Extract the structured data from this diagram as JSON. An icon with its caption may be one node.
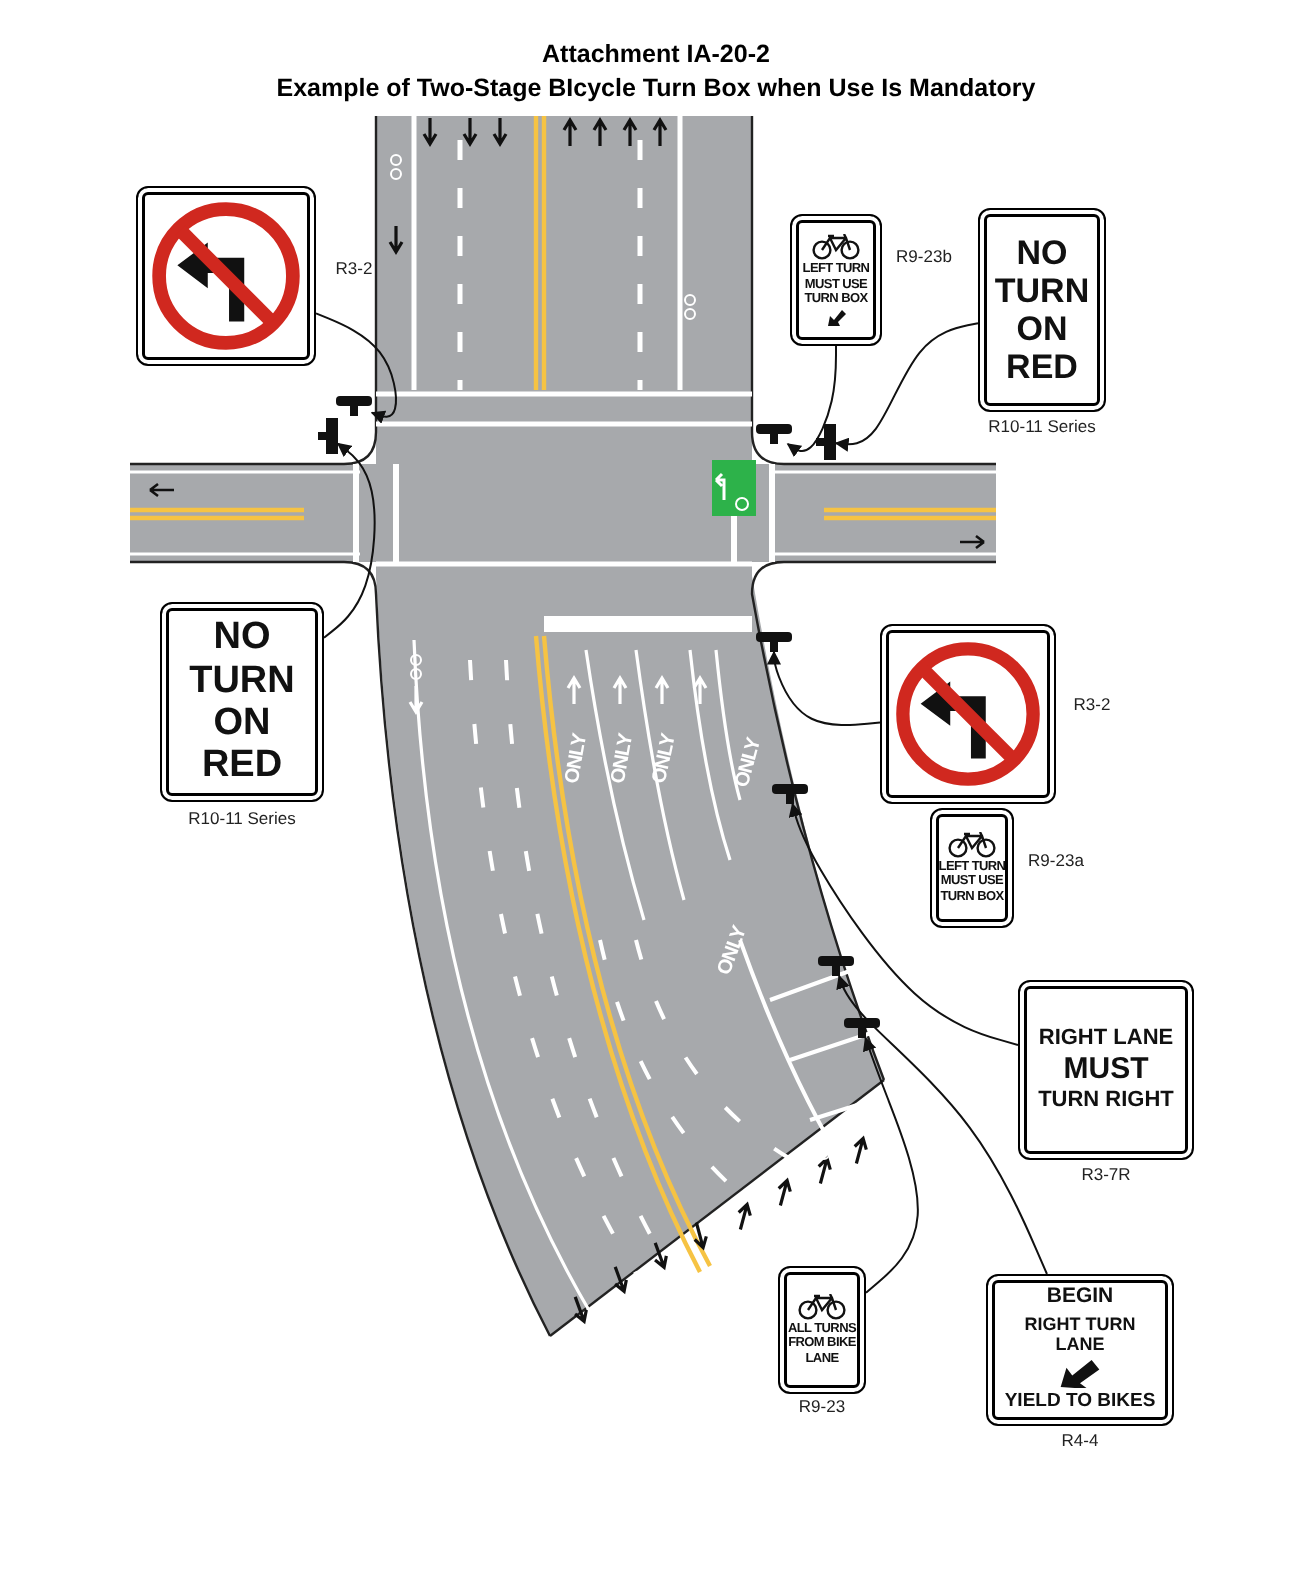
{
  "diagram": {
    "title": "Example of Two-Stage BIcycle Turn Box when Use Is Mandatory",
    "nodes": [
      {
        "text": [],
        "shape": "picture",
        "beside": [
          "R3-2"
        ]
      },
      {
        "text": [],
        "shape": "box"
      },
      {
        "text": [],
        "shape": "box"
      },
      {
        "text": [
          "LEFT TURN MUST USE TURN BOX"
        ],
        "beside": [
          "R9-23b"
        ]
      },
      {
        "text": [
          "NO TURN ON RED"
        ],
        "beside": [
          "R10-11 Series"
        ]
      },
      {
        "text": [],
        "shape": "box"
      },
      {
        "text": [],
        "shape": "box"
      },
      {
        "text": [
          "NO TURN ON RED"
        ],
        "beside": [
          "R10-11 Series"
        ]
      },
      {
        "text": [],
        "shape": "picture",
        "beside": [
          "R3-2"
        ]
      },
      {
        "text": [],
        "shape": "box"
      },
      {
        "text": [
          "LEFT TURN MUST USE TURN BOX"
        ],
        "beside": [
          "R9-23a"
        ]
      },
      {
        "text": [],
        "shape": "box"
      },
      {
        "text": [
          "RIGHT LANE",
          "MUST",
          "TURN RIGHT"
        ],
        "beside": [
          "R3-7R"
        ]
      },
      {
        "text": [],
        "shape": "box"
      },
      {
        "text": [],
        "shape": "box"
      },
      {
        "text": [
          "ALL TURNS FROM BIKE LANE"
        ],
        "beside": [
          "R9-23"
        ]
      },
      {
        "text": [
          "BEGIN",
          "RIGHT TURN LANE",
          "YIELD TO BIKES"
        ],
        "beside": [
          "R4-4"
        ]
      }
    ],
    "edges": [
      {
        "from": 0,
        "to": 1,
        "arrow": "to"
      },
      {
        "from": 7,
        "to": 2,
        "arrow": "to"
      },
      {
        "from": 3,
        "to": 5,
        "arrow": "to"
      },
      {
        "from": 4,
        "to": 6,
        "arrow": "to"
      },
      {
        "from": 8,
        "to": 9,
        "arrow": "to"
      },
      {
        "from": 12,
        "to": 11,
        "arrow": "to"
      },
      {
        "from": 16,
        "to": 13,
        "arrow": "to"
      },
      {
        "from": 15,
        "to": 14,
        "arrow": "to"
      }
    ],
    "labels": [
      "Attachment IA-20-2",
      "ONLY",
      "ONLY",
      "ONLY",
      "ONLY",
      "ONLY"
    ]
  }
}
